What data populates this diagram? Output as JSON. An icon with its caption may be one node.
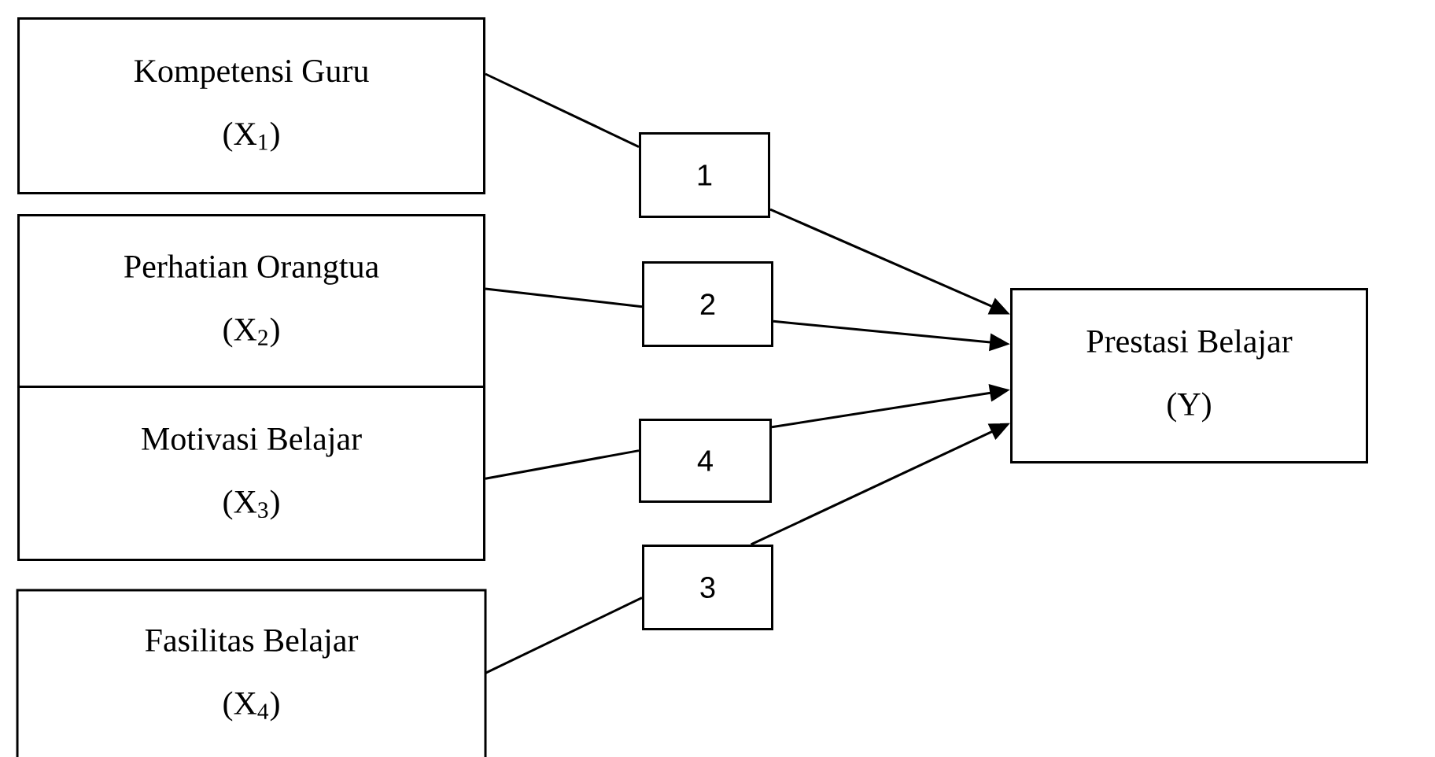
{
  "diagram": {
    "nodes": [
      {
        "text": [
          "Kompetensi Guru",
          "(X$_{1}$)"
        ]
      },
      {
        "text": [
          "Perhatian Orangtua",
          "(X$_{2}$)"
        ]
      },
      {
        "text": [
          "Motivasi Belajar",
          "(X$_{3}$)"
        ]
      },
      {
        "text": [
          "Fasilitas Belajar",
          "(X$_{4}$)"
        ]
      },
      {
        "text": [
          "1"
        ]
      },
      {
        "text": [
          "2"
        ]
      },
      {
        "text": [
          "4"
        ]
      },
      {
        "text": [
          "3"
        ]
      },
      {
        "text": [
          "Prestasi Belajar",
          "(Y)"
        ]
      }
    ],
    "edges": [
      {
        "from": 0,
        "to": 4,
        "arrow": "none"
      },
      {
        "from": 4,
        "to": 8,
        "arrow": "to"
      },
      {
        "from": 1,
        "to": 5,
        "arrow": "none"
      },
      {
        "from": 5,
        "to": 8,
        "arrow": "to"
      },
      {
        "from": 2,
        "to": 6,
        "arrow": "none"
      },
      {
        "from": 6,
        "to": 8,
        "arrow": "to"
      },
      {
        "from": 3,
        "to": 7,
        "arrow": "none"
      },
      {
        "from": 7,
        "to": 8,
        "arrow": "to"
      }
    ]
  }
}
